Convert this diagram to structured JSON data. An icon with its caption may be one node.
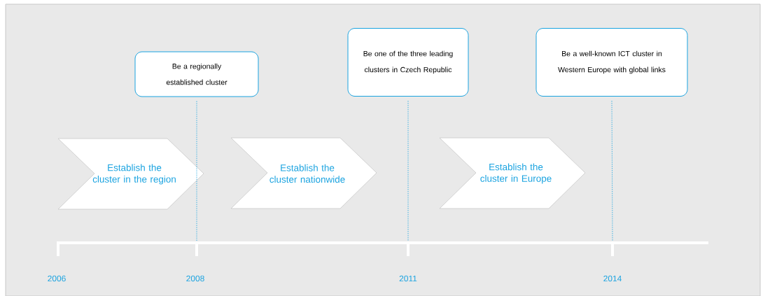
{
  "diagram": {
    "nodes": [
      {
        "text": [
          "Be a regionally established cluster"
        ]
      },
      {
        "text": [
          "Be one of the three leading clusters in Czech Republic"
        ]
      },
      {
        "text": [
          "Be a well-known ICT cluster in Western Europe with global links"
        ]
      },
      {
        "text": [
          "Establish the cluster in the region"
        ]
      },
      {
        "text": [
          "Establish the cluster nationwide"
        ]
      },
      {
        "text": [
          "Establish the cluster in Europe"
        ]
      }
    ],
    "edges": [
      {
        "from": 0,
        "to": null,
        "arrow": "none",
        "style": "dashed"
      },
      {
        "from": 1,
        "to": null,
        "arrow": "none",
        "style": "dashed"
      },
      {
        "from": 2,
        "to": null,
        "arrow": "none",
        "style": "dashed"
      }
    ],
    "labels": [
      "2006",
      "2008",
      "2011",
      "2014"
    ]
  }
}
